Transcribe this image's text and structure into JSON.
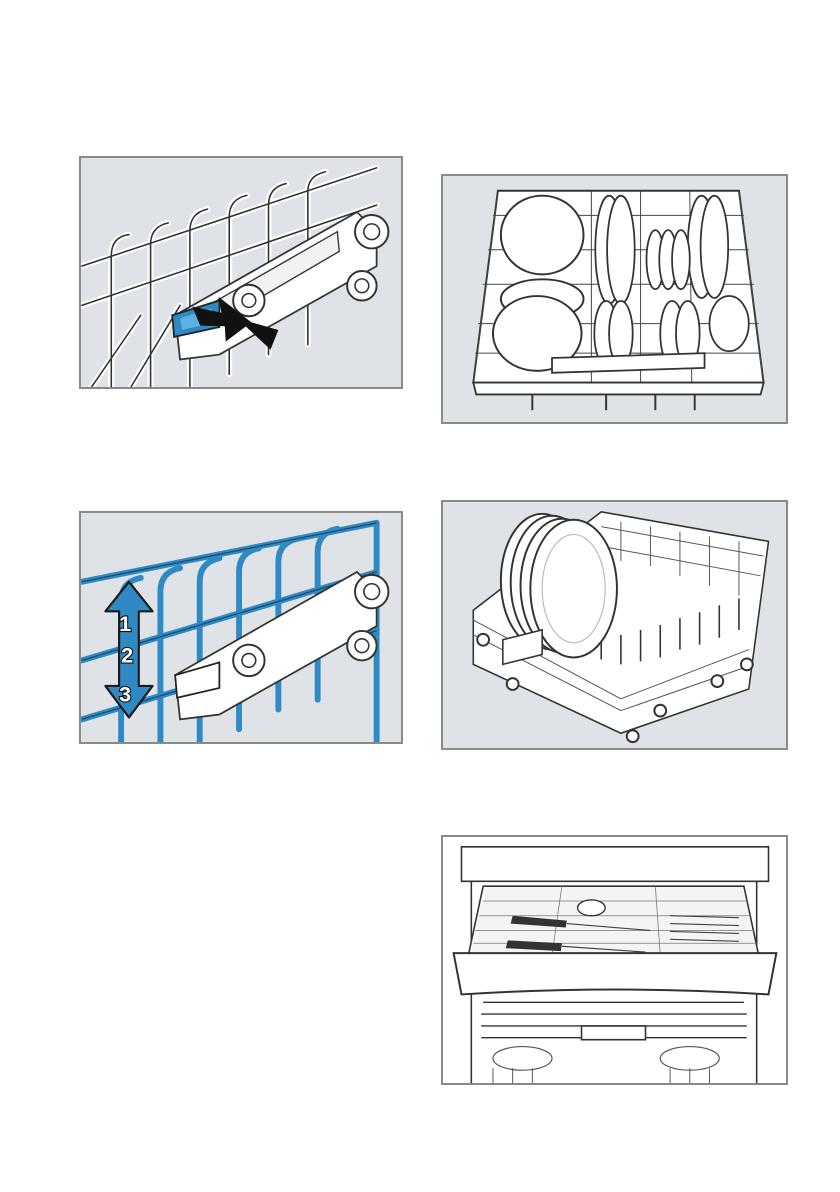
{
  "figures": [
    {
      "id": "release-lever",
      "icon": "rack-adjust-lever-icon"
    },
    {
      "id": "upper-rack-loaded",
      "icon": "upper-basket-dishes-icon"
    },
    {
      "id": "rack-height-positions",
      "icon": "rack-height-arrow-icon",
      "positions": [
        "1",
        "2",
        "3"
      ]
    },
    {
      "id": "lower-rack-plates",
      "icon": "lower-basket-plates-icon"
    },
    {
      "id": "cutlery-drawer",
      "icon": "cutlery-drawer-icon"
    }
  ],
  "colors": {
    "accent": "#2f8ac4",
    "panel_bg": "#dfe3e8",
    "border": "#8a8a8a"
  }
}
